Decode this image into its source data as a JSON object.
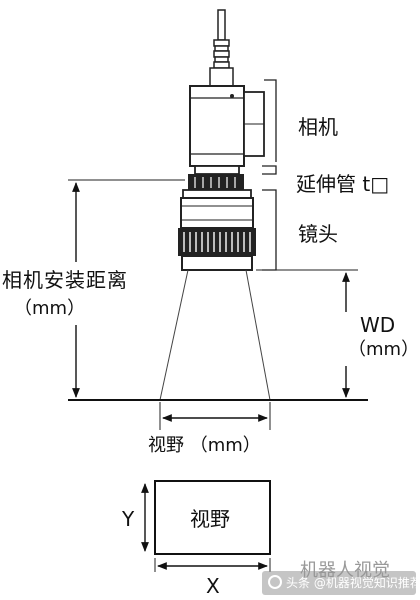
{
  "labels": {
    "camera": "相机",
    "extension_tube": "延伸管 t□",
    "lens": "镜头",
    "mounting_distance_line1": "相机安装距离",
    "mounting_distance_line2": "（mm）",
    "wd_line1": "WD",
    "wd_line2": "（mm）",
    "field_of_view": "视野 （mm）",
    "fov_box": "视野",
    "y_axis": "Y",
    "x_axis": "X"
  },
  "watermark": {
    "text": "头条 @机器视觉知识推荐官",
    "background_text": "机器人视觉"
  }
}
